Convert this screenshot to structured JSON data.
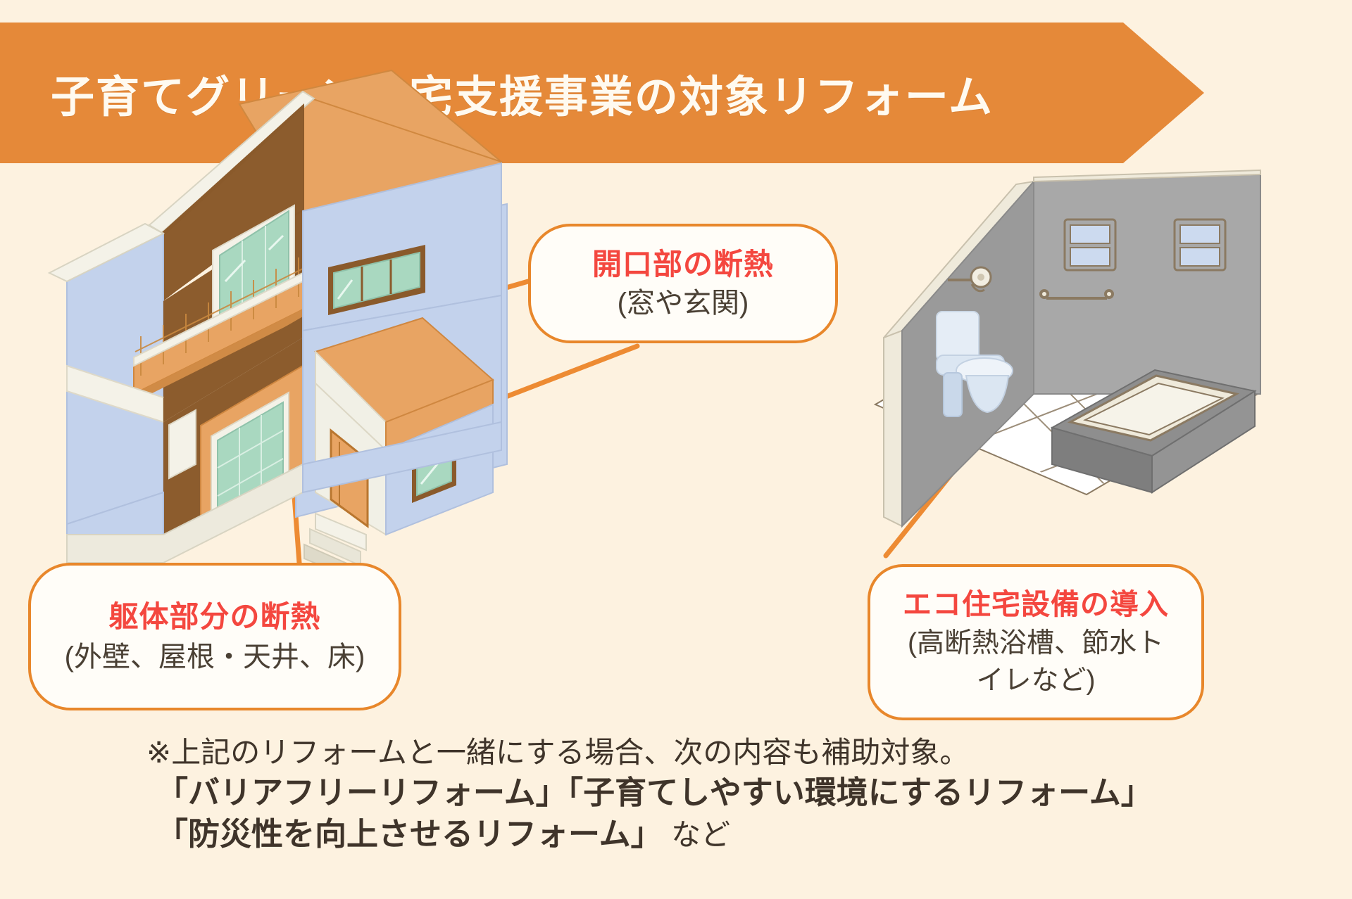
{
  "page": {
    "background_color": "#fdf2e0",
    "accent_orange": "#e8872b",
    "highlight_red": "#f4473f",
    "text_brown": "#3f342a"
  },
  "banner": {
    "title": "子育てグリーン住宅支援事業の対象リフォーム",
    "fill_color": "#e58939",
    "text_color": "#fffaf0"
  },
  "callouts": [
    {
      "id": "openings",
      "heading": "開口部の断熱",
      "detail": "(窓や玄関)"
    },
    {
      "id": "structure",
      "heading": "躯体部分の断熱",
      "detail": "(外壁、屋根・天井、床)"
    },
    {
      "id": "eco",
      "heading": "エコ住宅設備の導入",
      "detail_line1": "(高断熱浴槽、節水ト",
      "detail_line2": "イレなど)"
    }
  ],
  "illustrations": {
    "house": {
      "name": "cutaway-house-illustration",
      "roof_color": "#e8a463",
      "wall_color": "#c3d2ec",
      "glass_color": "#a9d8c0",
      "frame_color": "#8a5a2b",
      "interior_color": "#8a5a2b"
    },
    "bathroom": {
      "name": "bathroom-illustration",
      "wall_color": "#9a9a9a",
      "wall_edge_color": "#e7e3d6",
      "floor_color": "#ffffff",
      "fixture_color": "#dde6f0"
    }
  },
  "note": {
    "line1": "※上記のリフォームと一緒にする場合、次の内容も補助対象。",
    "line2": "「バリアフリーリフォーム」「子育てしやすい環境にするリフォーム」",
    "line3_main": "「防災性を向上させるリフォーム」",
    "line3_tail": "など"
  }
}
